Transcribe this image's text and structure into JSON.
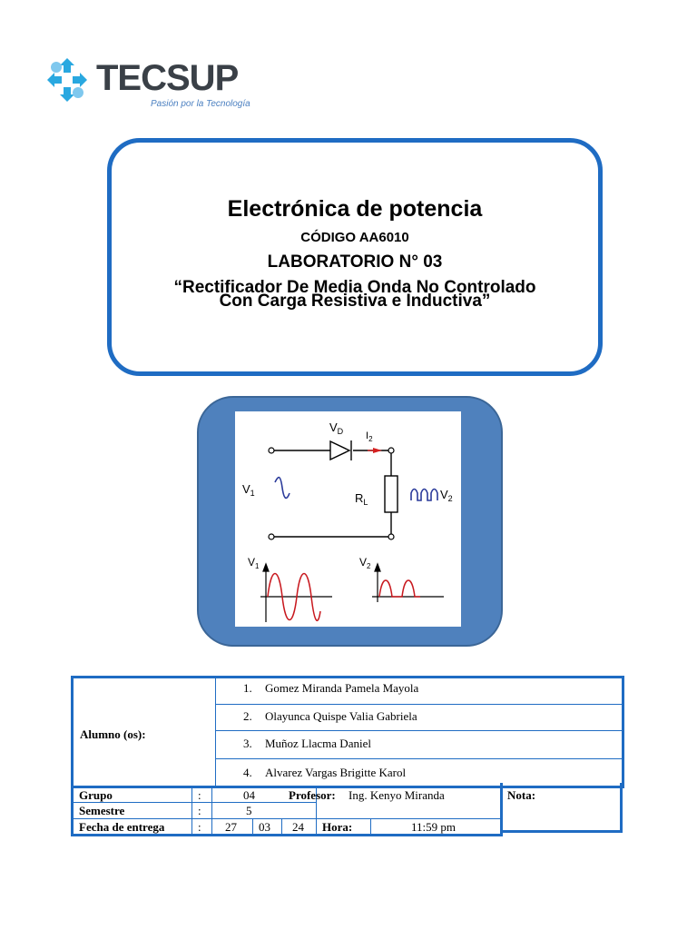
{
  "logo": {
    "name": "TECSUP",
    "tagline": "Pasión por la Tecnología",
    "colors": {
      "mark": "#29a8e0",
      "word": "#3a4047",
      "tagline": "#4a7fc0"
    }
  },
  "cover": {
    "subject": "Electrónica de potencia",
    "code": "CÓDIGO AA6010",
    "lab": "LABORATORIO N° 03",
    "title_line1": "“Rectificador De Media Onda No Controlado",
    "title_line2": "Con Carga Resistiva e Inductiva”",
    "border_color": "#1f6cc3"
  },
  "diagram": {
    "background": "#4f81bd",
    "labels": {
      "vd": "VD",
      "i2": "I2",
      "v1": "V1",
      "rl": "RL",
      "v2": "V2",
      "v1_plot": "V1",
      "v2_plot": "V2"
    },
    "icon": "half-wave-rectifier-circuit"
  },
  "info": {
    "students_label": "Alumno (os):",
    "students": [
      {
        "num": "1.",
        "name": "Gomez Miranda Pamela Mayola"
      },
      {
        "num": "2.",
        "name": "Olayunca Quispe Valia Gabriela"
      },
      {
        "num": "3.",
        "name": "Muñoz Llacma Daniel"
      },
      {
        "num": "4.",
        "name": "Alvarez Vargas Brigitte Karol"
      }
    ],
    "group_label": "Grupo",
    "group_value": "04",
    "semester_label": "Semestre",
    "semester_value": "5",
    "date_label": "Fecha de entrega",
    "date_day": "27",
    "date_month": "03",
    "date_year": "24",
    "colon": ":",
    "professor_label": "Profesor:",
    "professor_value": "Ing. Kenyo Miranda",
    "time_label": "Hora:",
    "time_value": "11:59 pm",
    "grade_label": "Nota:"
  }
}
